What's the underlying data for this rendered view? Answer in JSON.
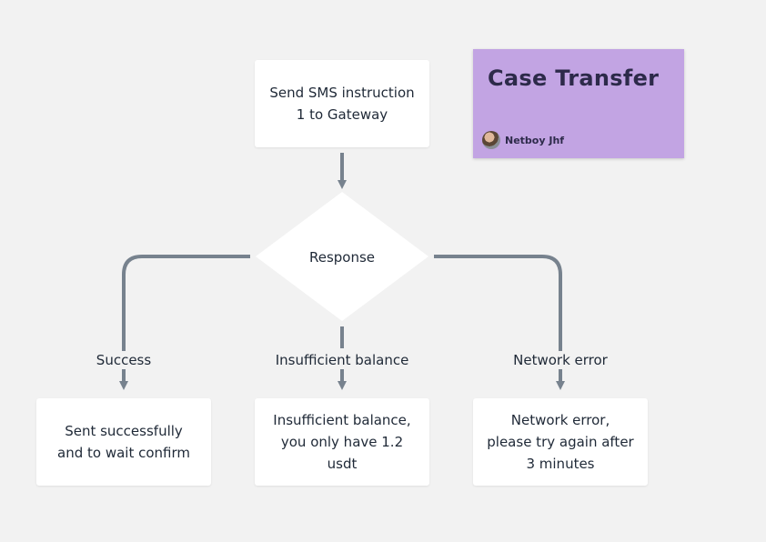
{
  "colors": {
    "background": "#f2f2f2",
    "connector": "#77828e",
    "sticky": "#c2a4e3"
  },
  "nodes": {
    "start": "Send SMS instruction\n1 to Gateway",
    "decision": "Response",
    "success_box": "Sent successfully\nand to wait confirm",
    "insufficient_box": "Insufficient balance,\nyou only have 1.2\nusdt",
    "network_box": "Network error,\nplease try again after\n3 minutes"
  },
  "edges": {
    "success": "Success",
    "insufficient": "Insufficient balance",
    "network": "Network error"
  },
  "sticky": {
    "title": "Case Transfer",
    "author": "Netboy Jhf"
  }
}
